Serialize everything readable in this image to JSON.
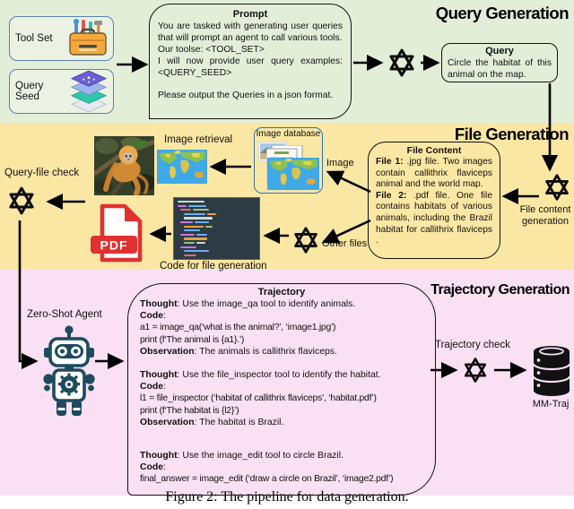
{
  "figure": {
    "caption": "Figure 2: The pipeline for data generation."
  },
  "colors": {
    "query_band": "#e3eed9",
    "file_band": "#fbe7a4",
    "trajectory_band": "#f9e0f2",
    "accent_blue_border": "#2e75b6",
    "box_border": "#5b84a8",
    "pdf_red": "#e03131"
  },
  "sections": {
    "query_generation": {
      "title": "Query Generation",
      "tool_set_label": "Tool Set",
      "query_seed_label": "Query Seed",
      "prompt": {
        "title": "Prompt",
        "line1": "You are tasked with generating user queries that will prompt an agent to call various tools.",
        "line2": "Our toolse: <TOOL_SET>",
        "line3": "I will now provide user query examples: <QUERY_SEED>",
        "line4": "Please output the Queries in a json format."
      },
      "query": {
        "title": "Query",
        "text": "Circle the habitat of this animal on the map."
      }
    },
    "file_generation": {
      "title": "File Generation",
      "query_file_check_label": "Query-file check",
      "image_retrieval_label": "Image retrieval",
      "image_database_label": "Image database",
      "image_arrow_label": "Image",
      "other_files_label": "Other files",
      "code_caption": "Code for file generation",
      "file_content_generation_label": "File content generation",
      "pdf_label": "PDF",
      "file_content": {
        "title": "File Content",
        "file1_label": "File 1:",
        "file1_text": " .jpg file. Two images contain  callithrix  flaviceps animal and the world map.",
        "file2_label": "File 2:",
        "file2_text": " .pdf file. One file contains habitats of various animals, including the Brazil habitat for callithrix flaviceps ."
      }
    },
    "trajectory_generation": {
      "title": "Trajectory Generation",
      "agent_label": "Zero-Shot Agent",
      "trajectory_check_label": "Trajectory check",
      "db_label": "MM-Traj",
      "trajectory": {
        "title": "Trajectory",
        "thought_label": "Thought",
        "code_label": "Code",
        "observation_label": "Observation",
        "steps": [
          {
            "thought": "Use the image_qa tool to identify animals.",
            "code_lines": [
              "a1 = image_qa(‘what is the animal?’, ‘image1.jpg’)",
              "print (f‘The animal is {a1}.’)"
            ],
            "observation": "The animals is callithrix flaviceps."
          },
          {
            "thought": "Use the file_inspector tool to identify the habitat.",
            "code_lines": [
              "l1 = file_inspector (‘habitat of callithrix flaviceps’, ‘habitat.pdf’)",
              "print (f‘The habitat is {l2}’)"
            ],
            "observation": "The habitat is Brazil."
          },
          {
            "thought": "Use the image_edit tool to circle Brazil.",
            "code_lines": [
              "final_answer = image_edit (‘draw a circle on Brazil’, ‘image2.pdf’)"
            ],
            "observation": null
          }
        ]
      }
    }
  }
}
